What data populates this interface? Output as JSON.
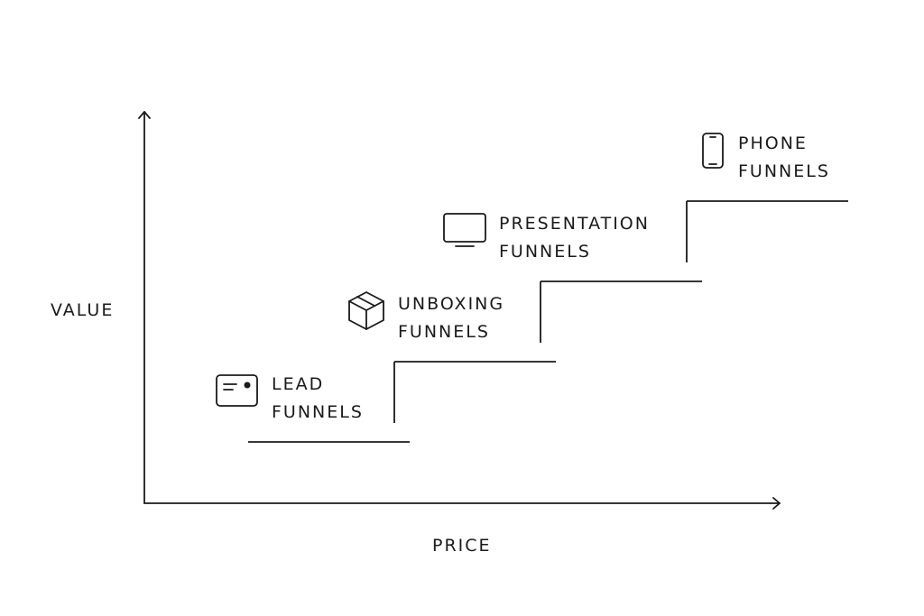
{
  "axes": {
    "y_label": "VALUE",
    "x_label": "PRICE"
  },
  "tiers": [
    {
      "icon": "lead-card-icon",
      "line1": "LEAD",
      "line2": "FUNNELS"
    },
    {
      "icon": "box-icon",
      "line1": "UNBOXING",
      "line2": "FUNNELS"
    },
    {
      "icon": "monitor-icon",
      "line1": "PRESENTATION",
      "line2": "FUNNELS"
    },
    {
      "icon": "phone-icon",
      "line1": "PHONE",
      "line2": "FUNNELS"
    }
  ],
  "colors": {
    "ink": "#1a1a1a",
    "background": "#ffffff"
  }
}
